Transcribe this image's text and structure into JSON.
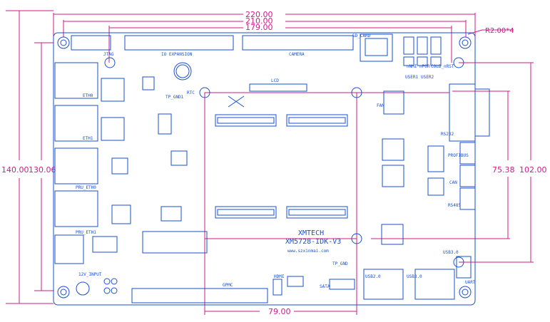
{
  "dimensions": {
    "width_220": "220.00",
    "width_210": "210.00",
    "width_179": "179.00",
    "radius": "R2.00*4",
    "height_140": "140.00",
    "height_130": "130.06",
    "height_75": "75.38",
    "height_102": "102.00",
    "bottom_79": "79.00"
  },
  "labels": {
    "jtag": "JTAG",
    "io_expansion": "IO EXPANSION",
    "camera": "CAMERA",
    "sd_card": "SD_CARD",
    "lcd": "LCD",
    "rtc": "RTC",
    "tp_gnd1": "TP_GND1",
    "tp_gnd": "TP_GND",
    "eth0": "ETH0",
    "eth1": "ETH1",
    "pru_eth0": "PRU_ETH0",
    "pru_eth1": "PRU_ETH1",
    "input_12v": "12V_INPUT",
    "gpmc": "GPMC",
    "hdmi": "HDMI",
    "sata": "SATA",
    "usb20": "USB2.0",
    "usb30a": "USB3.0",
    "usb30b": "USB3.0",
    "uart": "UART",
    "rs232": "RS232",
    "profibus": "PROFIBUS",
    "can": "CAN",
    "rs485": "RS485",
    "fan": "FAN",
    "nmi": "nNMI",
    "por": "nPOR",
    "cold_rst": "COLD_nRST",
    "user1": "USER1",
    "user2": "USER2",
    "brand": "XMTECH",
    "model": "XM5728-IDK-V3",
    "url": "www.szxinmai.com"
  },
  "colors": {
    "silkscreen": "#1a4fd0",
    "dimension": "#d01b8a"
  }
}
